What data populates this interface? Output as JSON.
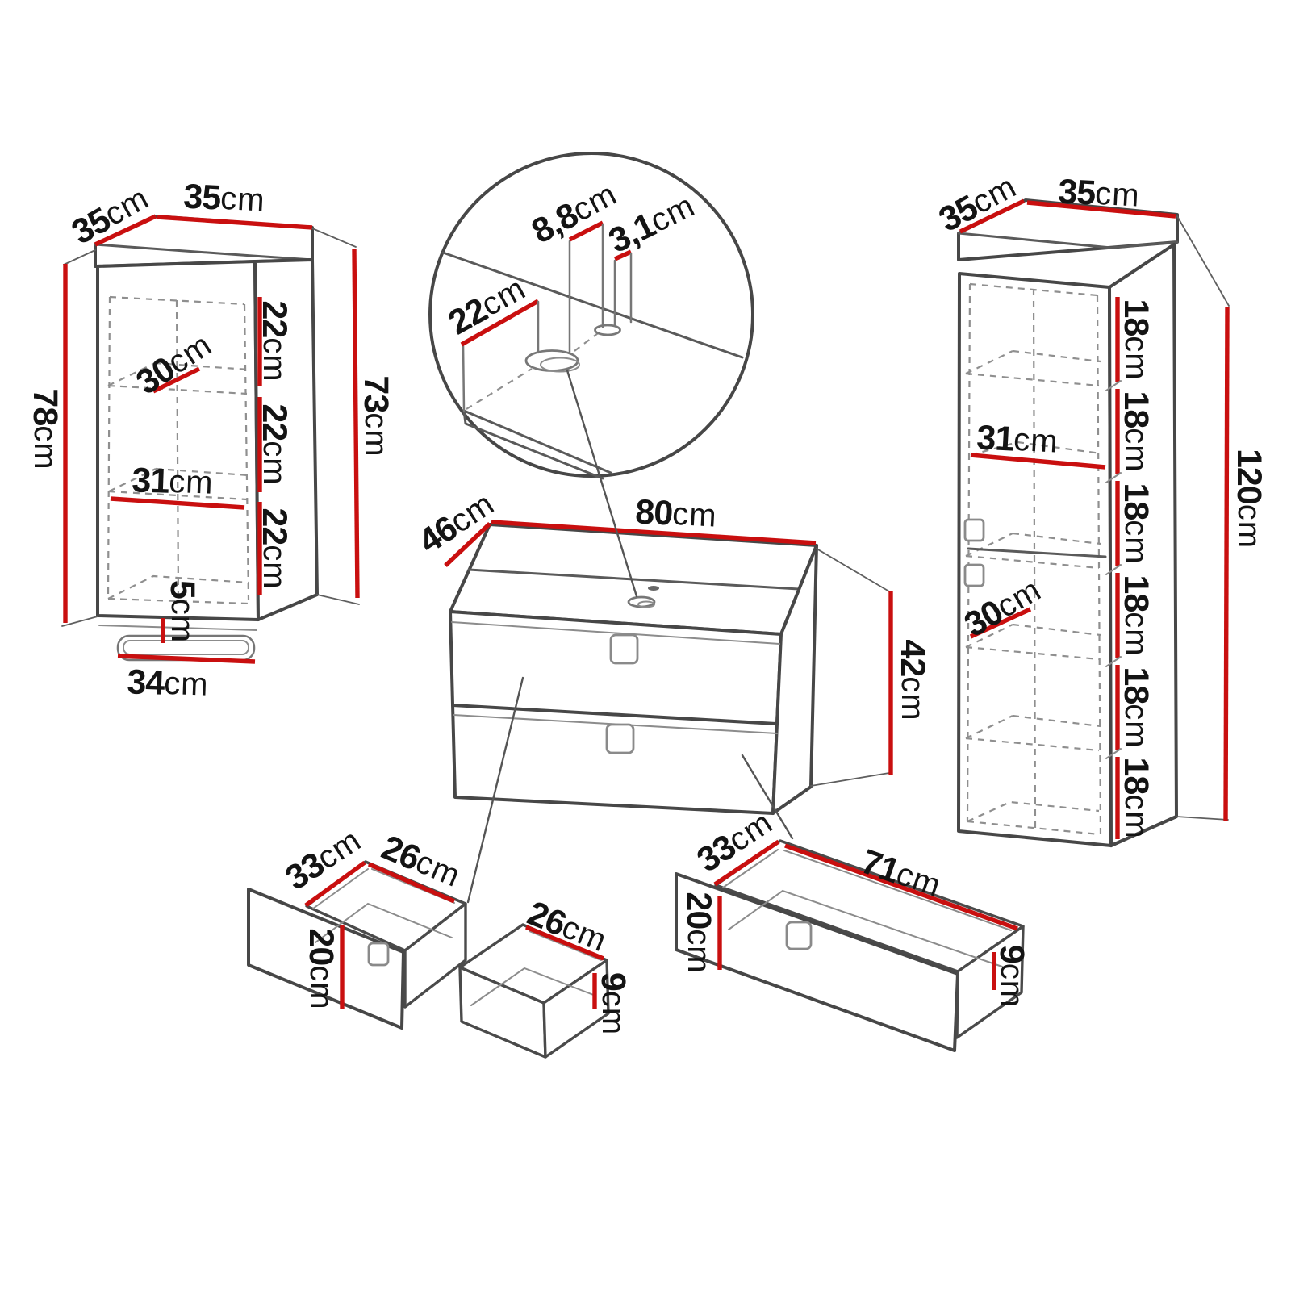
{
  "diagram": {
    "left_cabinet": {
      "top_depth": {
        "num": "35",
        "unit": "cm"
      },
      "top_width": {
        "num": "35",
        "unit": "cm"
      },
      "outer_height": {
        "num": "78",
        "unit": "cm"
      },
      "inner_height": {
        "num": "73",
        "unit": "cm"
      },
      "upper_shelf_depth": {
        "num": "30",
        "unit": "cm"
      },
      "shelf_gaps": [
        {
          "num": "22",
          "unit": "cm"
        },
        {
          "num": "22",
          "unit": "cm"
        },
        {
          "num": "22",
          "unit": "cm"
        }
      ],
      "shelf_width": {
        "num": "31",
        "unit": "cm"
      },
      "rail_offset": {
        "num": "5",
        "unit": "cm"
      },
      "bottom_width": {
        "num": "34",
        "unit": "cm"
      }
    },
    "hole_detail": {
      "edge_offset": {
        "num": "22",
        "unit": "cm"
      },
      "hole_distance": {
        "num": "8,8",
        "unit": "cm"
      },
      "hole_diameter": {
        "num": "3,1",
        "unit": "cm"
      }
    },
    "vanity": {
      "depth": {
        "num": "46",
        "unit": "cm"
      },
      "width": {
        "num": "80",
        "unit": "cm"
      },
      "height": {
        "num": "42",
        "unit": "cm"
      }
    },
    "right_cabinet": {
      "top_depth": {
        "num": "35",
        "unit": "cm"
      },
      "top_width": {
        "num": "35",
        "unit": "cm"
      },
      "shelf_width": {
        "num": "31",
        "unit": "cm"
      },
      "lower_shelf_depth": {
        "num": "30",
        "unit": "cm"
      },
      "shelf_gaps": [
        {
          "num": "18",
          "unit": "cm"
        },
        {
          "num": "18",
          "unit": "cm"
        },
        {
          "num": "18",
          "unit": "cm"
        },
        {
          "num": "18",
          "unit": "cm"
        },
        {
          "num": "18",
          "unit": "cm"
        },
        {
          "num": "18",
          "unit": "cm"
        }
      ],
      "total_height": {
        "num": "120",
        "unit": "cm"
      }
    },
    "small_drawers": {
      "depth": {
        "num": "33",
        "unit": "cm"
      },
      "left_width": {
        "num": "26",
        "unit": "cm"
      },
      "right_width": {
        "num": "26",
        "unit": "cm"
      },
      "front_height": {
        "num": "20",
        "unit": "cm"
      },
      "side_height": {
        "num": "9",
        "unit": "cm"
      }
    },
    "large_drawer": {
      "depth": {
        "num": "33",
        "unit": "cm"
      },
      "width": {
        "num": "71",
        "unit": "cm"
      },
      "front_height": {
        "num": "20",
        "unit": "cm"
      },
      "side_height": {
        "num": "9",
        "unit": "cm"
      }
    },
    "colors": {
      "dimension_red": "#c90f0f",
      "outline": "#474747",
      "hidden": "#8f8f8f"
    }
  }
}
